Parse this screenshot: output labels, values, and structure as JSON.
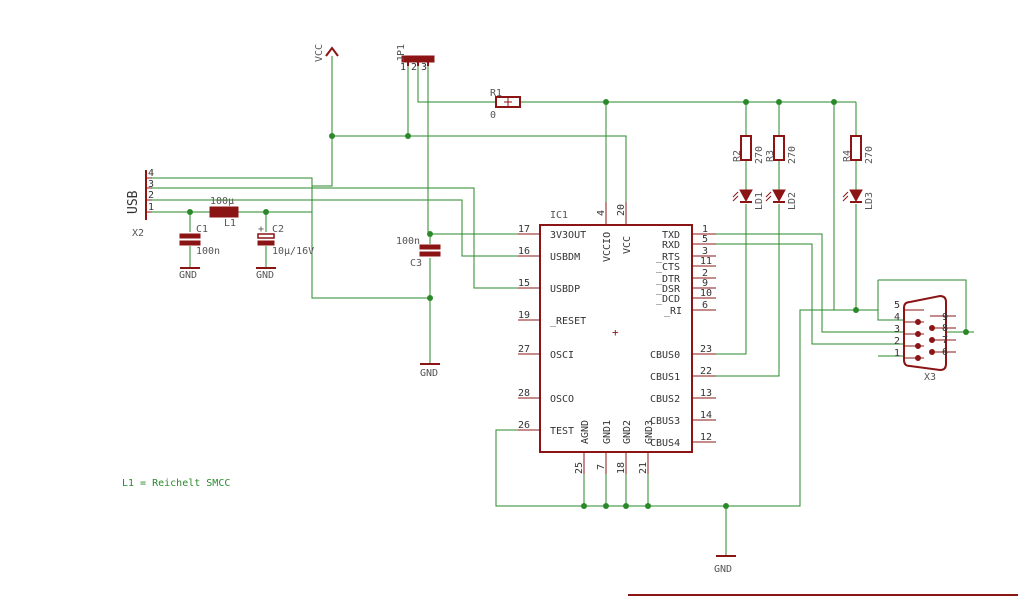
{
  "parts": {
    "ic1": {
      "ref": "IC1",
      "left_pins": [
        {
          "num": "17",
          "name": "3V3OUT"
        },
        {
          "num": "16",
          "name": "USBDM"
        },
        {
          "num": "15",
          "name": "USBDP"
        },
        {
          "num": "19",
          "name": "_RESET"
        },
        {
          "num": "27",
          "name": "OSCI"
        },
        {
          "num": "28",
          "name": "OSCO"
        },
        {
          "num": "26",
          "name": "TEST"
        }
      ],
      "right_pins": [
        {
          "num": "1",
          "name": "TXD"
        },
        {
          "num": "5",
          "name": "RXD"
        },
        {
          "num": "3",
          "name": "_RTS"
        },
        {
          "num": "11",
          "name": "_CTS"
        },
        {
          "num": "2",
          "name": "_DTR"
        },
        {
          "num": "9",
          "name": "_DSR"
        },
        {
          "num": "10",
          "name": "_DCD"
        },
        {
          "num": "6",
          "name": "_RI"
        },
        {
          "num": "23",
          "name": "CBUS0"
        },
        {
          "num": "22",
          "name": "CBUS1"
        },
        {
          "num": "13",
          "name": "CBUS2"
        },
        {
          "num": "14",
          "name": "CBUS3"
        },
        {
          "num": "12",
          "name": "CBUS4"
        }
      ],
      "top_pins": [
        {
          "num": "4",
          "name": "VCCIO"
        },
        {
          "num": "20",
          "name": "VCC"
        }
      ],
      "bottom_pins": [
        {
          "num": "25",
          "name": "AGND"
        },
        {
          "num": "7",
          "name": "GND1"
        },
        {
          "num": "18",
          "name": "GND2"
        },
        {
          "num": "21",
          "name": "GND3"
        }
      ]
    },
    "x2": {
      "ref": "X2",
      "label": "USB",
      "pins": [
        "4",
        "3",
        "2",
        "1"
      ]
    },
    "x3": {
      "ref": "X3",
      "left_pins": [
        "5",
        "4",
        "3",
        "2",
        "1"
      ],
      "right_pins": [
        "9",
        "8",
        "7",
        "6"
      ]
    },
    "jp1": {
      "ref": "JP1",
      "pins": [
        "1",
        "2",
        "3"
      ]
    },
    "r1": {
      "ref": "R1",
      "value": "0"
    },
    "r2": {
      "ref": "R2",
      "value": "270"
    },
    "r3": {
      "ref": "R3",
      "value": "270"
    },
    "r4": {
      "ref": "R4",
      "value": "270"
    },
    "ld1": {
      "ref": "LD1"
    },
    "ld2": {
      "ref": "LD2"
    },
    "ld3": {
      "ref": "LD3"
    },
    "c1": {
      "ref": "C1",
      "value": "100n"
    },
    "c2": {
      "ref": "C2",
      "value": "10µ/16V"
    },
    "c3": {
      "ref": "C3",
      "value": "100n"
    },
    "l1": {
      "ref": "L1",
      "value": "100µ"
    }
  },
  "nets": {
    "vcc": "VCC",
    "gnd": "GND"
  },
  "note": "L1 = Reichelt SMCC",
  "colors": {
    "wire": "#2a8a2a",
    "symbol": "#8b1414",
    "background": "#ffffff"
  }
}
